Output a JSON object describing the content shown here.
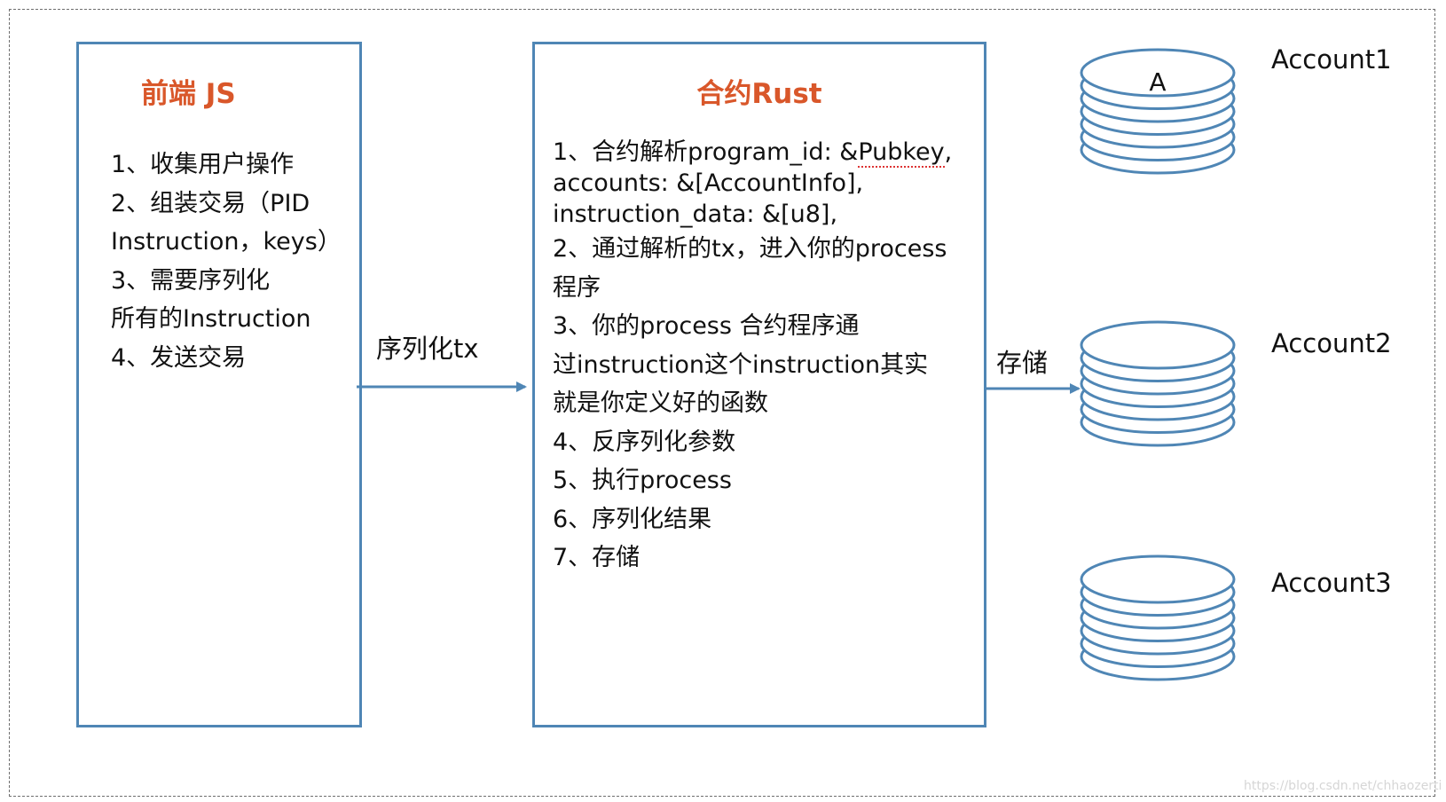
{
  "js_box": {
    "title": "前端 JS",
    "steps": [
      "1、收集用户操作",
      "2、组装交易（PID",
      "Instruction，keys）",
      "3、需要序列化",
      "所有的Instruction",
      "4、发送交易"
    ]
  },
  "rust_box": {
    "title": "合约Rust",
    "step1": {
      "prefix": "1、合约解析program_id: &",
      "underlined": "Pubkey",
      "suffix": ",",
      "line2": "accounts: &[AccountInfo],",
      "line3": "instruction_data: &[u8],"
    },
    "steps": [
      "2、通过解析的tx，进入你的process",
      "程序",
      "3、你的process 合约程序通",
      "过instruction这个instruction其实",
      "就是你定义好的函数",
      "4、反序列化参数",
      "5、执行process",
      "6、序列化结果",
      "7、存储"
    ]
  },
  "arrows": {
    "serialize_label": "序列化tx",
    "store_label": "存储"
  },
  "accounts": [
    {
      "label": "Account1",
      "disk_label": "A"
    },
    {
      "label": "Account2",
      "disk_label": ""
    },
    {
      "label": "Account3",
      "disk_label": ""
    }
  ],
  "watermark": "https://blog.csdn.net/chhaozerti",
  "colors": {
    "title_accent": "#d9572a",
    "box_border": "#4f86b5",
    "arrow": "#4f86b5"
  }
}
